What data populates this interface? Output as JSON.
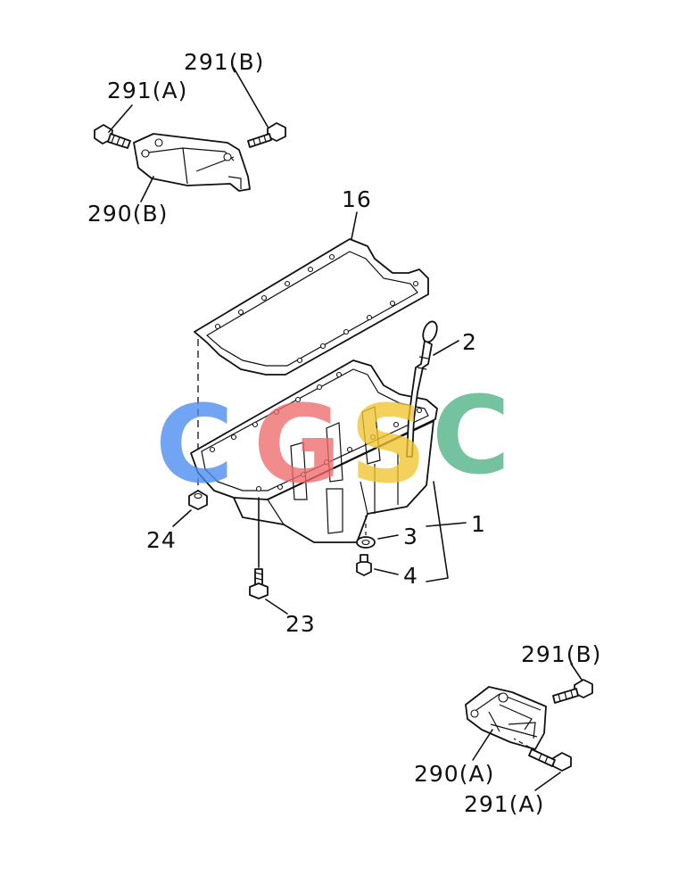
{
  "labels": {
    "bracket_bolt_b_top": "291(B)",
    "bracket_bolt_a_top": "291(A)",
    "bracket_b": "290(B)",
    "gasket": "16",
    "dipstick": "2",
    "oil_pan": "1",
    "washer": "3",
    "drain_plug": "4",
    "plug_24": "24",
    "bolt_23": "23",
    "bracket_bolt_b_bottom": "291(B)",
    "bracket_a": "290(A)",
    "bracket_bolt_a_bottom": "291(A)"
  },
  "watermark": {
    "letters": [
      "C",
      "G",
      "S",
      "C"
    ],
    "colors": [
      "#4a8cf0",
      "#ef6b6b",
      "#f2c530",
      "#4fb287"
    ]
  }
}
